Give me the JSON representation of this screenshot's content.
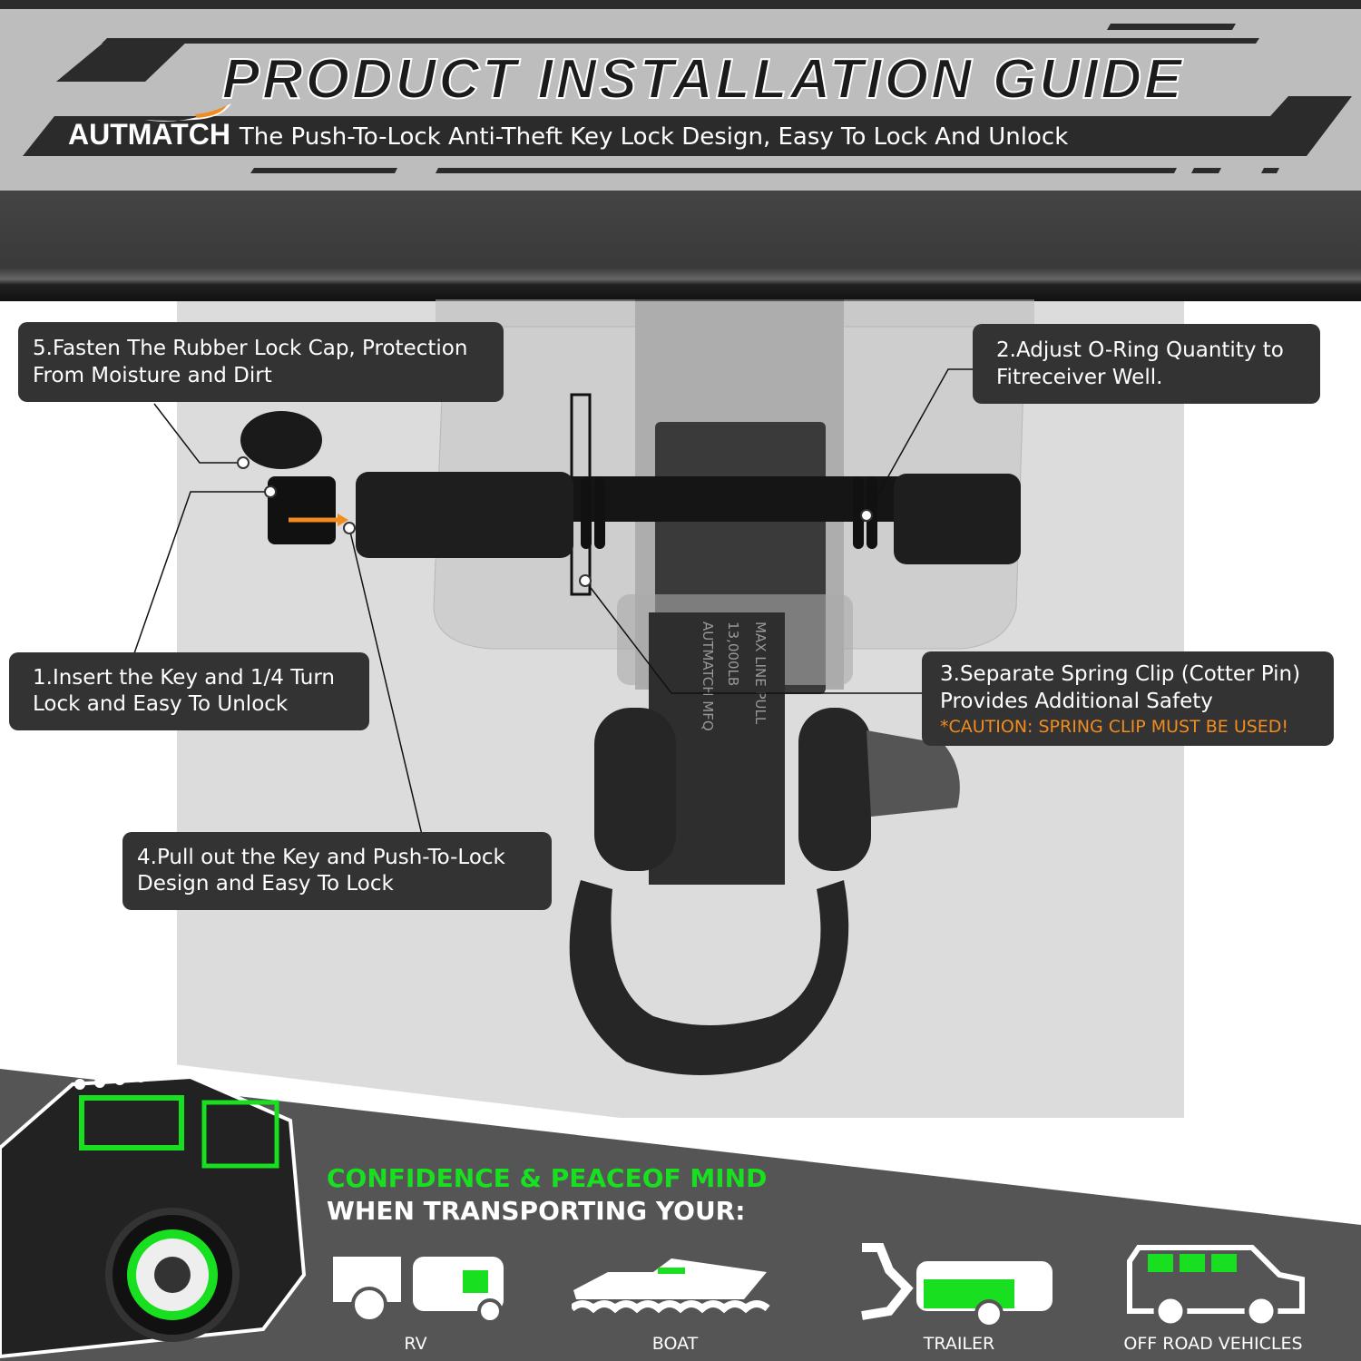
{
  "header": {
    "title": "PRODUCT INSTALLATION GUIDE",
    "brand": "AUTMATCH",
    "subtitle": "The Push-To-Lock Anti-Theft Key Lock Design, Easy To Lock And Unlock"
  },
  "callouts": {
    "step5": "5.Fasten The Rubber Lock Cap, Protection From Moisture and Dirt",
    "step2": "2.Adjust O-Ring Quantity to Fitreceiver Well.",
    "step1": "1.Insert the Key and 1/4 Turn Lock and Easy To Unlock",
    "step3": "3.Separate Spring Clip (Cotter Pin) Provides Additional Safety",
    "step3_caution": "*CAUTION: SPRING CLIP MUST BE USED!",
    "step4": "4.Pull out the Key and Push-To-Lock Design and Easy To Lock"
  },
  "product": {
    "engraving_line1": "MAX LINE PULL",
    "engraving_line2": "13,000LB",
    "engraving_line3": "AUTMATCH MFQ"
  },
  "bottom": {
    "headline": "CONFIDENCE & PEACEOF MIND",
    "subheadline": "WHEN TRANSPORTING YOUR:",
    "vehicles": [
      {
        "label": "RV",
        "icon": "rv-icon"
      },
      {
        "label": "BOAT",
        "icon": "boat-icon"
      },
      {
        "label": "TRAILER",
        "icon": "trailer-icon"
      },
      {
        "label": "OFF ROAD VEHICLES",
        "icon": "off-road-vehicle-icon"
      }
    ]
  },
  "colors": {
    "accent_green": "#18e020",
    "caution_orange": "#f28c1e",
    "callout_bg": "#333333"
  }
}
